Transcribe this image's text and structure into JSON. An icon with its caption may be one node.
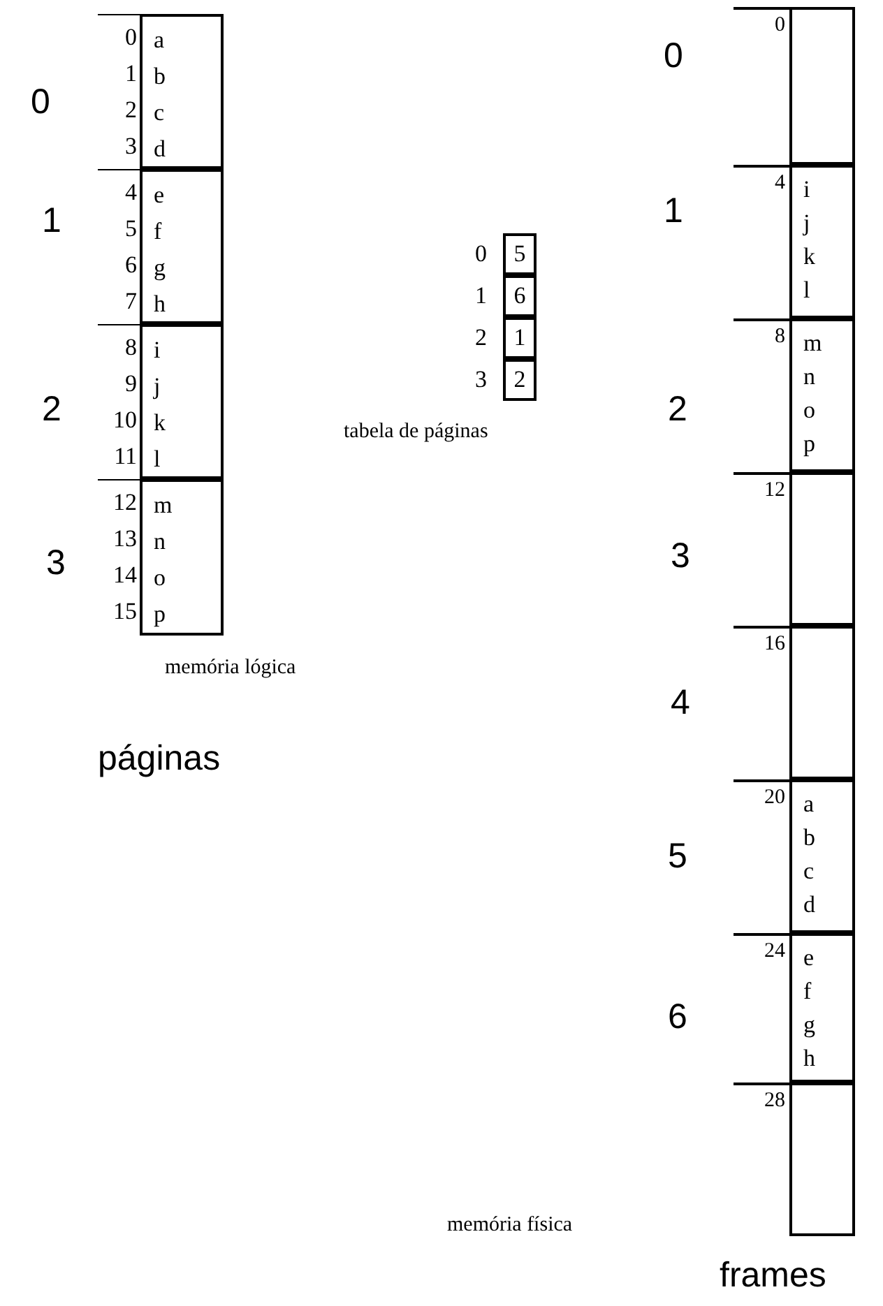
{
  "diagram": {
    "nodes": [
      {
        "text": [
          "a b c d"
        ],
        "beside": [
          "0",
          "1",
          "2",
          "3"
        ]
      },
      {
        "text": [
          "e f g h"
        ],
        "beside": [
          "4",
          "5",
          "6",
          "7"
        ]
      },
      {
        "text": [
          "i j k l"
        ],
        "beside": [
          "8",
          "9",
          "10",
          "11"
        ]
      },
      {
        "text": [
          "m n o p"
        ],
        "beside": [
          "12",
          "13",
          "14",
          "15"
        ]
      },
      {
        "text": [
          "5"
        ],
        "beside": [
          "0"
        ]
      },
      {
        "text": [
          "6"
        ],
        "beside": [
          "1"
        ]
      },
      {
        "text": [
          "1"
        ],
        "beside": [
          "2"
        ]
      },
      {
        "text": [
          "2"
        ],
        "beside": [
          "3"
        ]
      },
      {
        "text": [],
        "shape": "box",
        "beside": [
          "0"
        ]
      },
      {
        "text": [
          "i j k l"
        ],
        "beside": [
          "4"
        ]
      },
      {
        "text": [
          "m n o p"
        ],
        "beside": [
          "8"
        ]
      },
      {
        "text": [],
        "shape": "box",
        "beside": [
          "12"
        ]
      },
      {
        "text": [],
        "shape": "box",
        "beside": [
          "16"
        ]
      },
      {
        "text": [
          "a b c d"
        ],
        "beside": [
          "20"
        ]
      },
      {
        "text": [
          "e f g h"
        ],
        "beside": [
          "24"
        ]
      },
      {
        "text": [],
        "shape": "box",
        "beside": [
          "28"
        ]
      }
    ],
    "labels": [
      "0",
      "1",
      "2",
      "3",
      "memória lógica",
      "páginas",
      "tabela de páginas",
      "0",
      "1",
      "2",
      "3",
      "4",
      "5",
      "6",
      "memória física",
      "frames"
    ]
  }
}
